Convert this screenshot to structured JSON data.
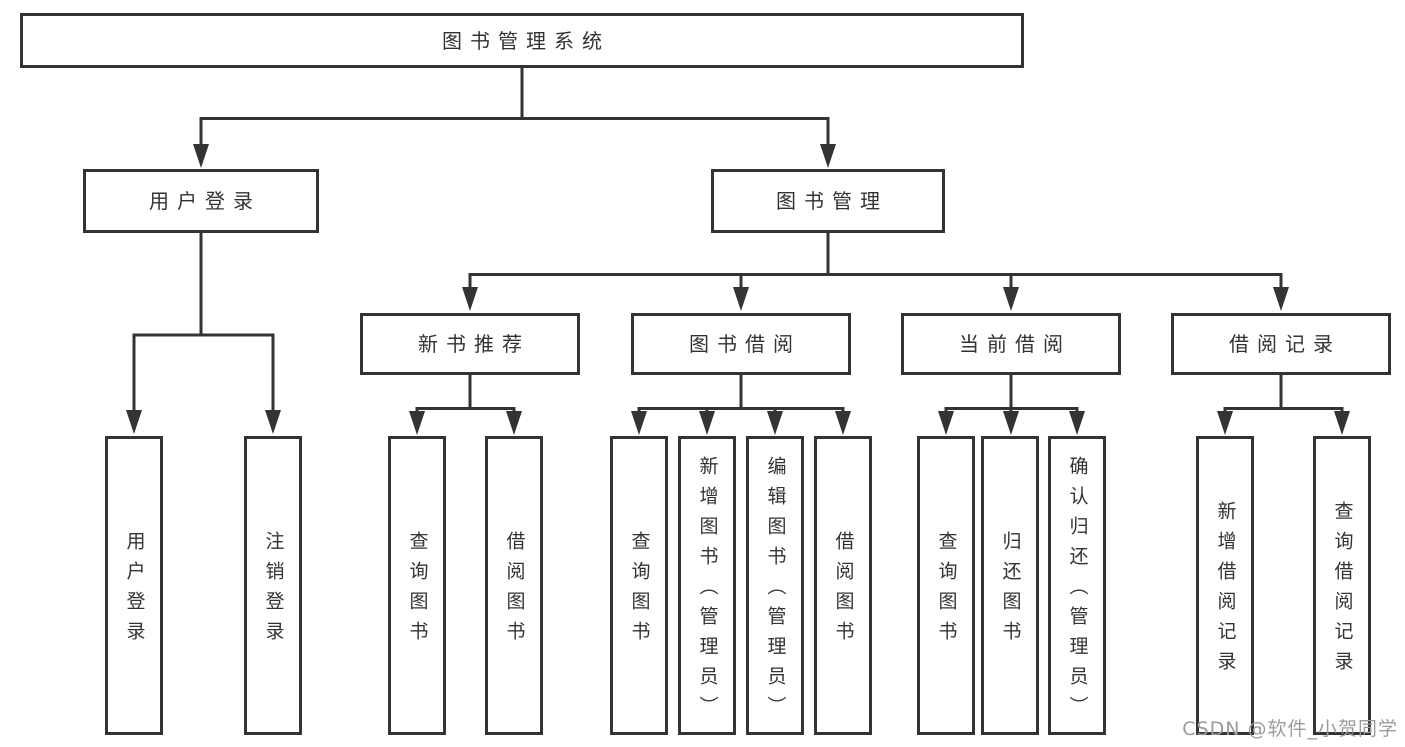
{
  "diagram": {
    "type": "tree",
    "title": "图书管理系统",
    "level2": [
      {
        "label": "用户登录"
      },
      {
        "label": "图书管理"
      }
    ],
    "level3": [
      {
        "label": "新书推荐",
        "parent": "图书管理"
      },
      {
        "label": "图书借阅",
        "parent": "图书管理"
      },
      {
        "label": "当前借阅",
        "parent": "图书管理"
      },
      {
        "label": "借阅记录",
        "parent": "图书管理"
      }
    ],
    "leaves": [
      {
        "label": "用户登录",
        "parent": "用户登录"
      },
      {
        "label": "注销登录",
        "parent": "用户登录"
      },
      {
        "label": "查询图书",
        "parent": "新书推荐"
      },
      {
        "label": "借阅图书",
        "parent": "新书推荐"
      },
      {
        "label": "查询图书",
        "parent": "图书借阅"
      },
      {
        "label": "新增图书（管理员）",
        "parent": "图书借阅"
      },
      {
        "label": "编辑图书（管理员）",
        "parent": "图书借阅"
      },
      {
        "label": "借阅图书",
        "parent": "图书借阅"
      },
      {
        "label": "查询图书",
        "parent": "当前借阅"
      },
      {
        "label": "归还图书",
        "parent": "当前借阅"
      },
      {
        "label": "确认归还（管理员）",
        "parent": "当前借阅"
      },
      {
        "label": "新增借阅记录",
        "parent": "借阅记录"
      },
      {
        "label": "查询借阅记录",
        "parent": "借阅记录"
      }
    ]
  },
  "watermark": {
    "text": "CSDN @软件_小贺同学"
  },
  "colors": {
    "line": "#333333",
    "box_border": "#333333",
    "text": "#333333",
    "watermark": "#9b9b9b",
    "background": "#ffffff"
  }
}
